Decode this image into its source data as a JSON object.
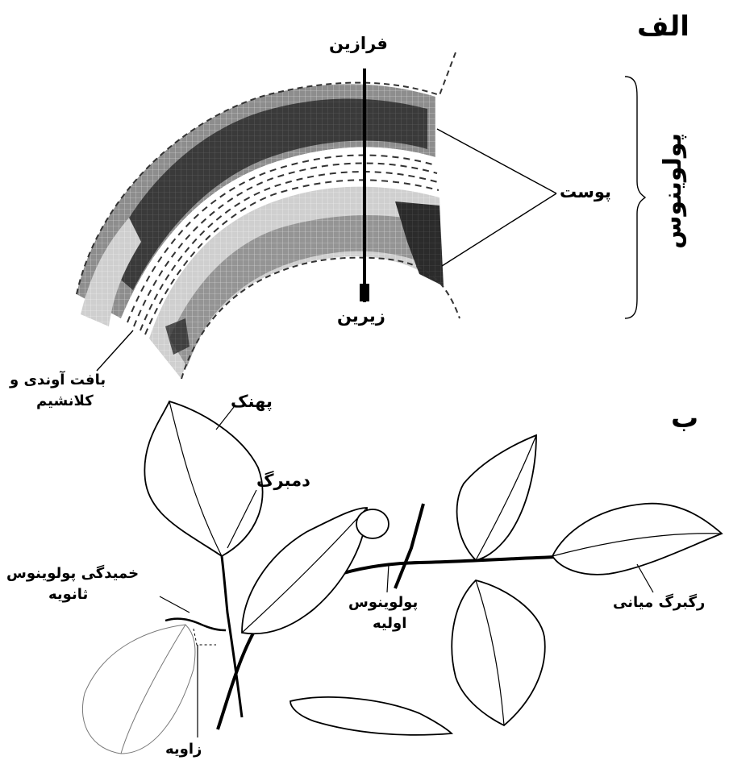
{
  "panel_a": {
    "marker": "الف",
    "labels": {
      "top": "فرازین",
      "bottom": "زیرین",
      "cortex": "پوست",
      "pulvinus": "پولوینوس",
      "vascular_line1": "بافت آوندی و",
      "vascular_line2": "کلانشیم"
    },
    "colors": {
      "dark": "#2b2b2b",
      "mid": "#8a8a8a",
      "light": "#c9c9c9",
      "grid": "#ffffff"
    }
  },
  "panel_b": {
    "marker": "ب",
    "labels": {
      "lamina": "پهنک",
      "petiole": "دمبرگ",
      "secondary_line1": "خمیدگی پولوینوس",
      "secondary_line2": "ثانویه",
      "primary_line1": "پولوینوس",
      "primary_line2": "اولیه",
      "midrib": "رگبرگ میانی",
      "angle": "زاویه"
    }
  }
}
